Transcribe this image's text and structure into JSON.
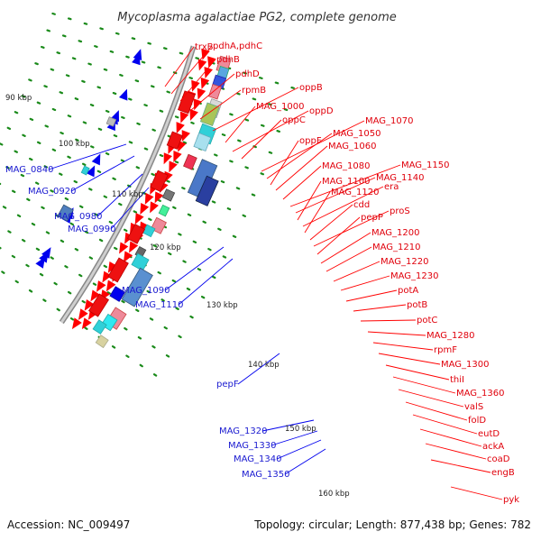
{
  "title": "Mycoplasma agalactiae PG2, complete genome",
  "accession": "Accession: NC_009497",
  "topology": "Topology: circular; Length: 877,438 bp; Genes: 782",
  "colors": {
    "forward": "#ff0000",
    "reverse": "#0000ee",
    "backbone": "#a0a0a0",
    "tick": "#1a8a1a",
    "label_red": "#e0000b",
    "label_blue": "#1a1ad0"
  },
  "kbp_labels": [
    "90 kbp",
    "100 kbp",
    "110 kbp",
    "120 kbp",
    "130 kbp",
    "140 kbp",
    "150 kbp",
    "160 kbp"
  ],
  "forward_labels": [
    "trxB",
    "pdhA,pdhC",
    "pdhB",
    "pdhD",
    "rpmB",
    "oppB",
    "MAG_1000",
    "oppD",
    "oppC",
    "MAG_1070",
    "MAG_1050",
    "oppF",
    "MAG_1060",
    "MAG_1080",
    "MAG_1150",
    "MAG_1140",
    "MAG_1100",
    "era",
    "MAG_1120",
    "cdd",
    "proS",
    "pepP",
    "MAG_1200",
    "MAG_1210",
    "MAG_1220",
    "MAG_1230",
    "potA",
    "potB",
    "potC",
    "MAG_1280",
    "rpmF",
    "MAG_1300",
    "thiI",
    "MAG_1360",
    "valS",
    "folD",
    "eutD",
    "ackA",
    "coaD",
    "engB",
    "pyk"
  ],
  "reverse_labels": [
    "MAG_0840",
    "MAG_0920",
    "MAG_0980",
    "MAG_0990",
    "MAG_1090",
    "MAG_1110",
    "pepF",
    "MAG_1320",
    "MAG_1330",
    "MAG_1340",
    "MAG_1350"
  ]
}
